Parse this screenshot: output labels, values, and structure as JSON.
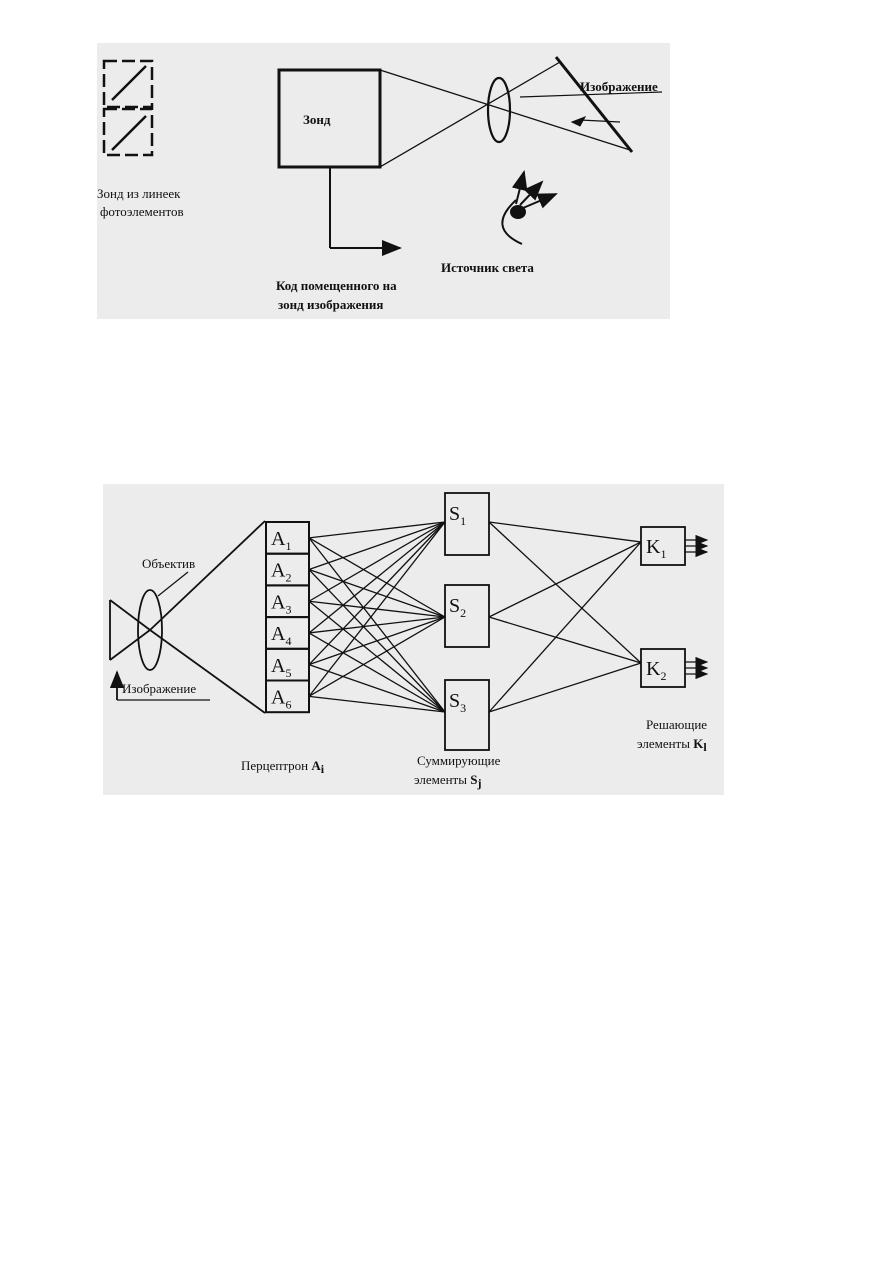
{
  "top_diagram": {
    "probe_label": "Зонд",
    "photo_array_label_line1": "Зонд из линеек",
    "photo_array_label_line2": "фотоэлементов",
    "image_label": "Изображение",
    "light_source_label": "Источник света",
    "code_label_line1": "Код помещенного на",
    "code_label_line2": "зонд изображения"
  },
  "bottom_diagram": {
    "lens_label": "Объектив",
    "image_label": "Изображение",
    "perceptron_label": "Перцептрон",
    "perceptron_symbol": "A",
    "perceptron_index": "i",
    "a_letter": "A",
    "a_indices": [
      "1",
      "2",
      "3",
      "4",
      "5",
      "6"
    ],
    "s_letter": "S",
    "s_indices": [
      "1",
      "2",
      "3"
    ],
    "k_letter": "K",
    "k_indices": [
      "1",
      "2"
    ],
    "summing_label_line1": "Суммирующие",
    "summing_label_line2": "элементы",
    "summing_symbol": "S",
    "summing_index": "j",
    "deciding_label_line1": "Решающие",
    "deciding_label_line2": "элементы",
    "deciding_symbol": "K",
    "deciding_index": "l"
  },
  "colors": {
    "panel": "#ececec",
    "ink": "#111111"
  }
}
